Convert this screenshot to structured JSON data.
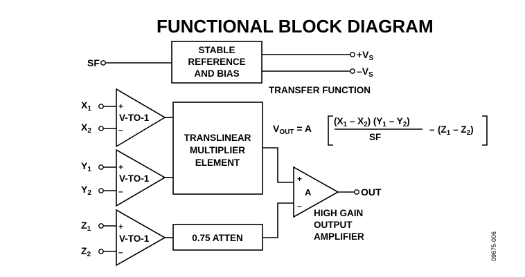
{
  "title": "FUNCTIONAL BLOCK DIAGRAM",
  "pins": {
    "sf": "SF",
    "x": "X",
    "x1_sub": "1",
    "x2_sub": "2",
    "y": "Y",
    "y1_sub": "1",
    "y2_sub": "2",
    "z": "Z",
    "z1_sub": "1",
    "z2_sub": "2",
    "vs_pos": "+V",
    "vs_neg": "–V",
    "vs_sub": "S",
    "out": "OUT"
  },
  "blocks": {
    "reference": [
      "STABLE",
      "REFERENCE",
      "AND BIAS"
    ],
    "multiplier": [
      "TRANSLINEAR",
      "MULTIPLIER",
      "ELEMENT"
    ],
    "atten": "0.75 ATTEN",
    "converter": "V-TO-1",
    "amp_label": "A",
    "output_amp": [
      "HIGH GAIN",
      "OUTPUT",
      "AMPLIFIER"
    ],
    "plus": "+",
    "minus": "–"
  },
  "transfer": {
    "heading": "TRANSFER FUNCTION",
    "v": "V",
    "v_sub": "OUT",
    "eq": " = A",
    "numerator_parts": [
      "(X",
      "1",
      " – X",
      "2",
      ") (Y",
      "1",
      " – Y",
      "2",
      ")"
    ],
    "denominator": "SF",
    "minus": "–",
    "z_parts": [
      "(Z",
      "1",
      " – Z",
      "2",
      ")"
    ]
  },
  "figure_id": "09675-006"
}
